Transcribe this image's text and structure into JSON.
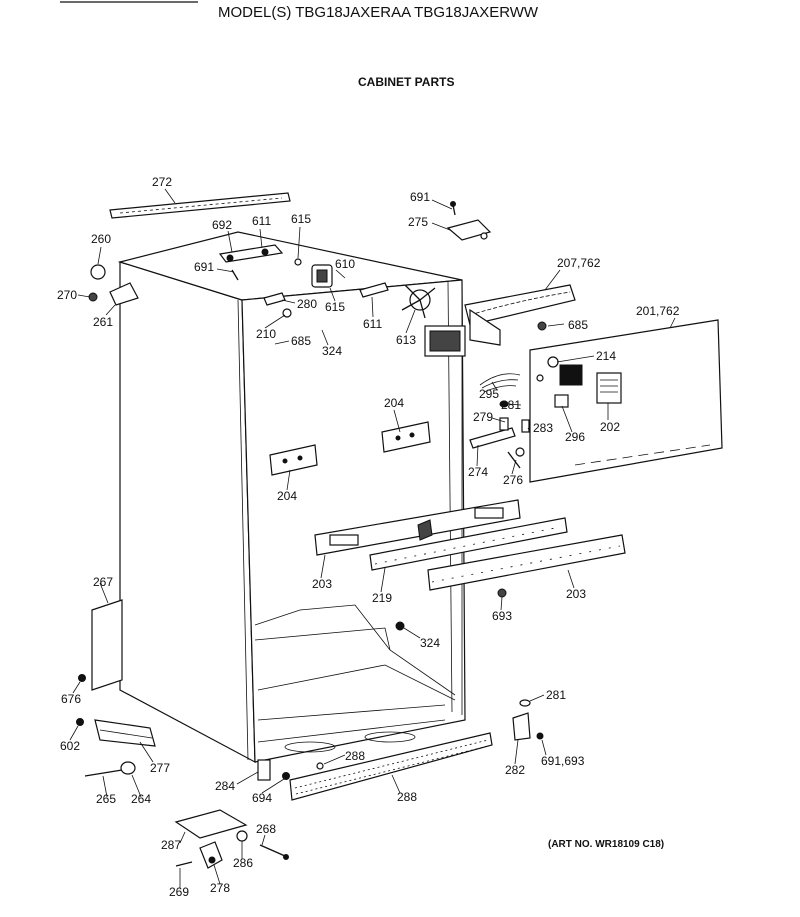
{
  "header": {
    "model_title": "MODEL(S) TBG18JAXERAA  TBG18JAXERWW",
    "section_title": "CABINET PARTS",
    "art_number": "(ART NO. WR18109 C18)"
  },
  "callouts": {
    "c272": "272",
    "c691a": "691",
    "c275": "275",
    "c692": "692",
    "c611a": "611",
    "c615a": "615",
    "c260": "260",
    "c691b": "691",
    "c610": "610",
    "c207": "207,762",
    "c270": "270",
    "c280": "280",
    "c615b": "615",
    "c261": "261",
    "c210": "210",
    "c611b": "611",
    "c613": "613",
    "c685a": "685",
    "c201": "201,762",
    "c685b": "685",
    "c324a": "324",
    "c214": "214",
    "c295": "295",
    "c281a": "281",
    "c204a": "204",
    "c279": "279",
    "c283": "283",
    "c296": "296",
    "c202": "202",
    "c274": "274",
    "c276": "276",
    "c204b": "204",
    "c203a": "203",
    "c219": "219",
    "c203b": "203",
    "c267": "267",
    "c693": "693",
    "c324b": "324",
    "c676": "676",
    "c281b": "281",
    "c602": "602",
    "c277": "277",
    "c288a": "288",
    "c282": "282",
    "c691c": "691,693",
    "c284": "284",
    "c694": "694",
    "c288b": "288",
    "c265": "265",
    "c264": "264",
    "c268": "268",
    "c287": "287",
    "c286": "286",
    "c269": "269",
    "c278": "278"
  }
}
